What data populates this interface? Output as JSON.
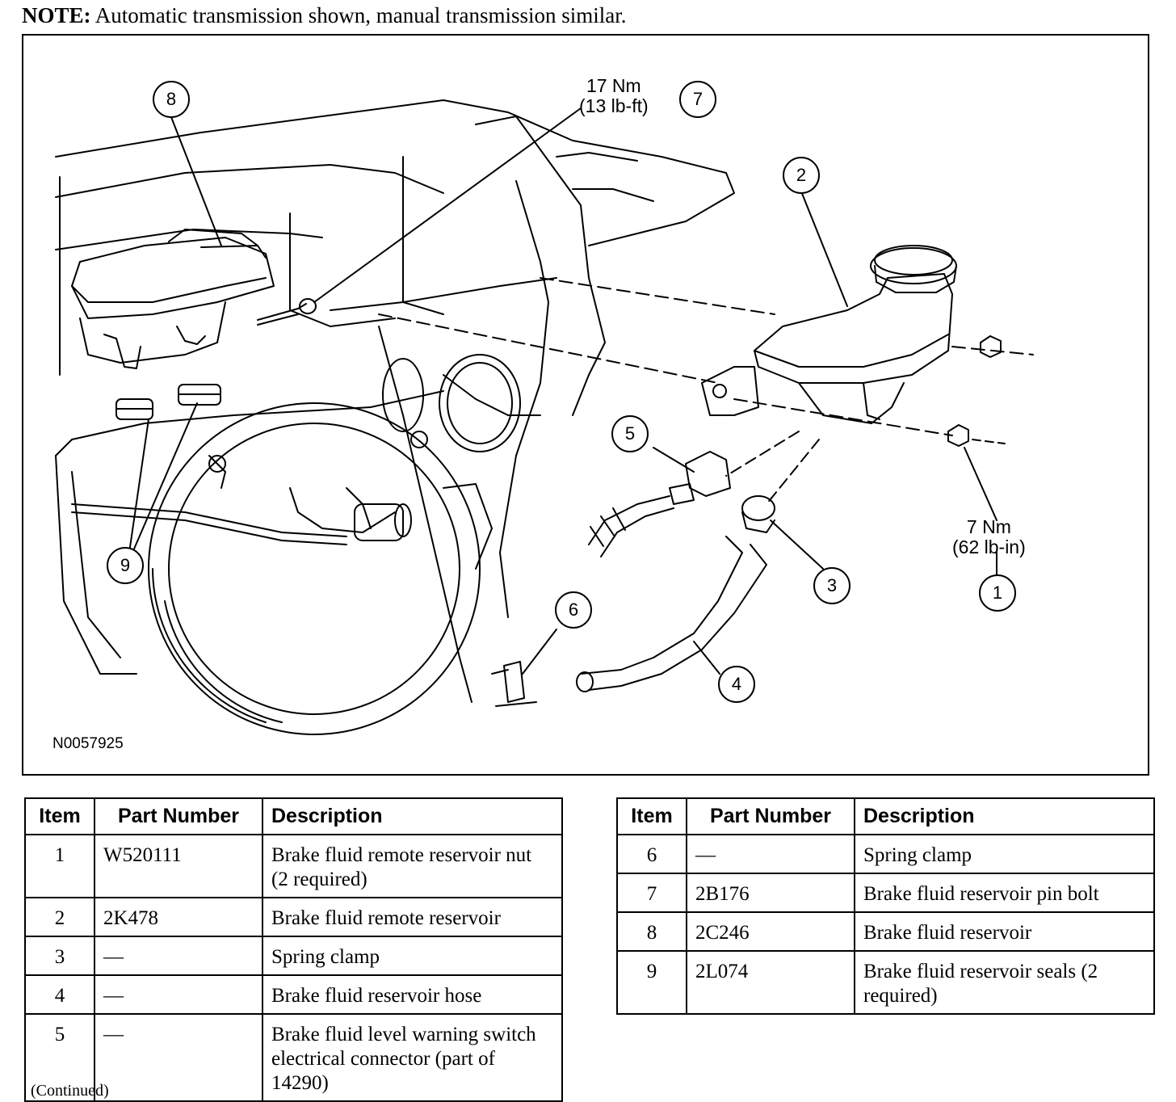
{
  "note": {
    "label": "NOTE:",
    "text": "Automatic transmission shown, manual transmission similar."
  },
  "figure": {
    "id": "N0057925",
    "torque_7": {
      "line1": "17 Nm",
      "line2": "(13 lb-ft)"
    },
    "torque_1": {
      "line1": "7 Nm",
      "line2": "(62 lb-in)"
    },
    "callouts": [
      "1",
      "2",
      "3",
      "4",
      "5",
      "6",
      "7",
      "8",
      "9"
    ]
  },
  "table_headers": {
    "item": "Item",
    "part_number": "Part Number",
    "description": "Description"
  },
  "left_table": [
    {
      "item": "1",
      "part": "W520111",
      "description": "Brake fluid remote reservoir nut (2 required)"
    },
    {
      "item": "2",
      "part": "2K478",
      "description": "Brake fluid remote reservoir"
    },
    {
      "item": "3",
      "part": "—",
      "description": "Spring clamp"
    },
    {
      "item": "4",
      "part": "—",
      "description": "Brake fluid reservoir hose"
    },
    {
      "item": "5",
      "part": "—",
      "description": "Brake fluid level warning switch electrical connector (part of 14290)"
    }
  ],
  "right_table": [
    {
      "item": "6",
      "part": "—",
      "description": "Spring clamp"
    },
    {
      "item": "7",
      "part": "2B176",
      "description": "Brake fluid reservoir pin bolt"
    },
    {
      "item": "8",
      "part": "2C246",
      "description": "Brake fluid reservoir"
    },
    {
      "item": "9",
      "part": "2L074",
      "description": "Brake fluid reservoir seals (2 required)"
    }
  ],
  "continued": "(Continued)"
}
